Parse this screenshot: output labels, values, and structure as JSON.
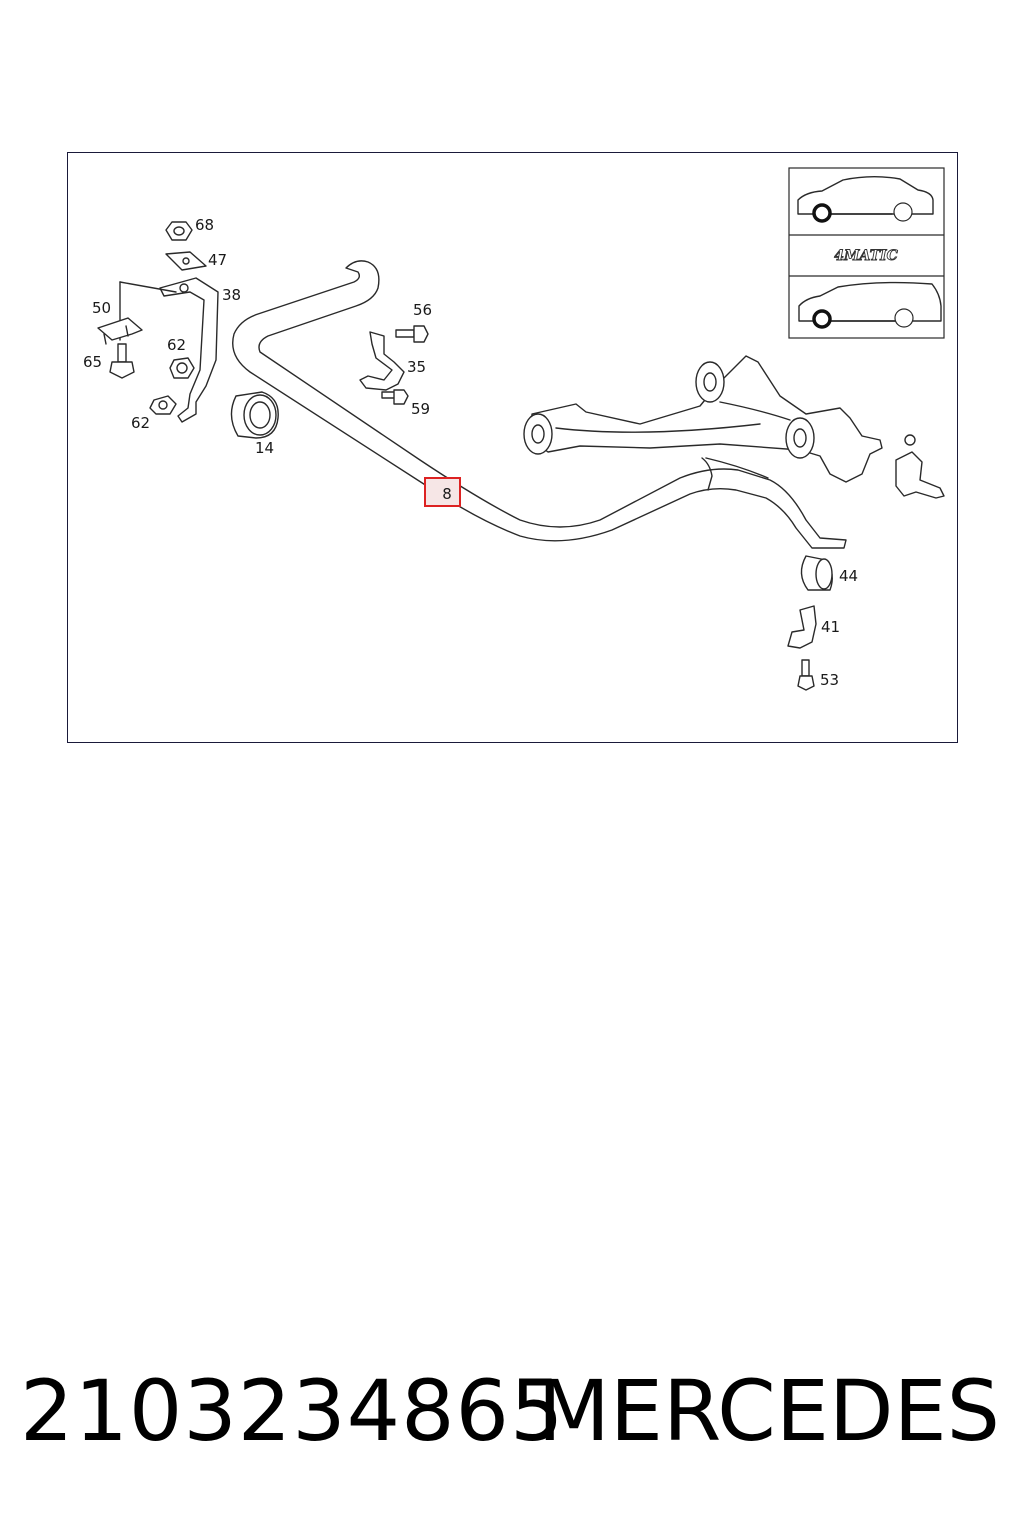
{
  "diagram": {
    "labels": {
      "p68": "68",
      "p47": "47",
      "p38": "38",
      "p50": "50",
      "p62a": "62",
      "p65": "65",
      "p62b": "62",
      "p14": "14",
      "p56": "56",
      "p35": "35",
      "p59": "59",
      "p8": "8",
      "p44": "44",
      "p41": "41",
      "p53": "53"
    },
    "highlight_color": "#dd2222",
    "highlighted_part": "8",
    "legend": {
      "badge_text": "4MATIC"
    }
  },
  "footer": {
    "part_number": "2103234865",
    "brand": "MERCEDES"
  }
}
